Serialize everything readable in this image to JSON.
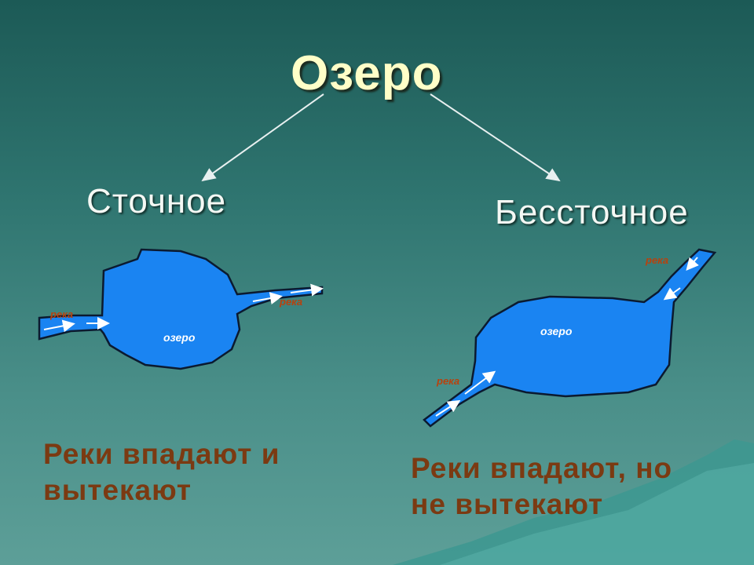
{
  "title": "Озеро",
  "left": {
    "heading": "Сточное",
    "river_in": "река",
    "river_out": "река",
    "lake": "озеро",
    "caption_line1": "Реки впадают и",
    "caption_line2": "вытекают"
  },
  "right": {
    "heading": "Бессточное",
    "river_top": "река",
    "river_bottom": "река",
    "lake": "озеро",
    "caption_line1": "Реки впадают, но",
    "caption_line2": "не вытекают"
  },
  "colors": {
    "lake": "#1a84f2",
    "river_label": "#b8420e",
    "title": "#ffffc8",
    "caption": "#7b3a12"
  }
}
